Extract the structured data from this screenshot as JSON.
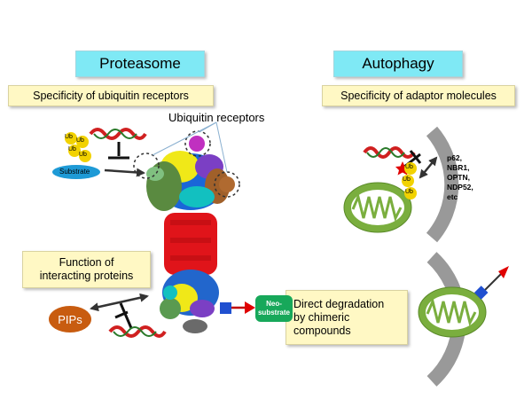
{
  "titles": {
    "proteasome": "Proteasome",
    "autophagy": "Autophagy"
  },
  "boxes": {
    "ubiquitin_specificity": "Specificity of ubiquitin receptors",
    "adaptor_specificity": "Specificity of adaptor molecules",
    "interacting_proteins": [
      "Function of",
      "interacting proteins"
    ],
    "direct_degradation": [
      "Direct degradation",
      "by chimeric",
      "compounds"
    ]
  },
  "labels": {
    "ubiquitin_receptors": "Ubiquitin receptors",
    "ub": "Ub",
    "substrate": "Substrate",
    "pips": "PIPs",
    "neo_substrate": [
      "Neo-",
      "substrate"
    ],
    "adaptors": [
      "p62,",
      "NBR1,",
      "OPTN,",
      "NDP52,",
      "etc"
    ]
  },
  "colors": {
    "title_bg": "#7fe9f5",
    "box_bg": "#fff8c4",
    "ub": "#f2d200",
    "substrate": "#1e9ad6",
    "pips": "#c85c10",
    "neo_substrate": "#17a85a",
    "mitochondria": "#7aae3e",
    "proteasome_core": "#e0141a",
    "membrane": "#999999"
  }
}
